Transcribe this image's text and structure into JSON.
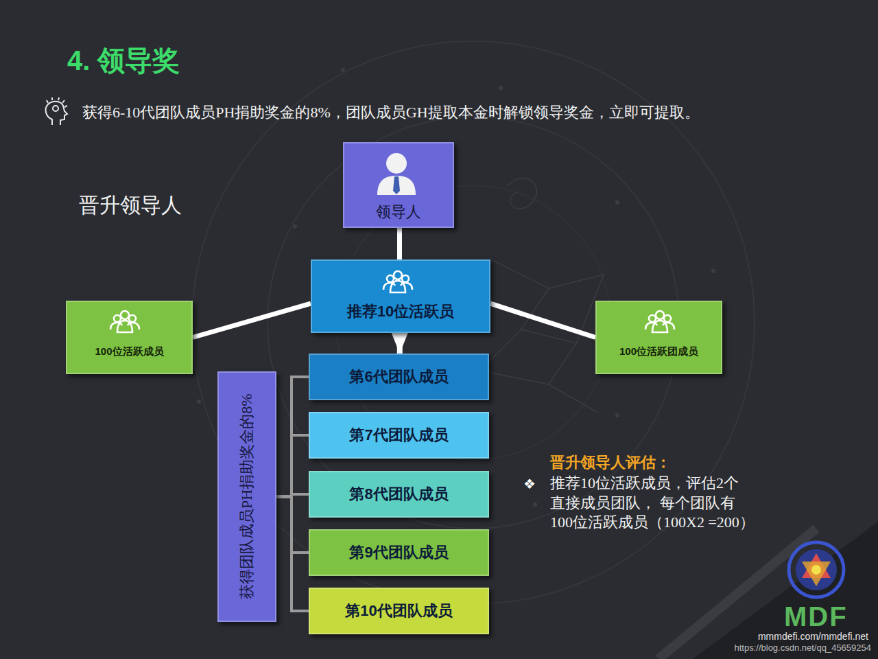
{
  "diagram": {
    "title": "4. 领导奖",
    "nodes": [
      {
        "text": [
          "领导人"
        ]
      },
      {
        "text": [
          "推荐10位活跃员"
        ]
      },
      {
        "text": [
          "100位活跃成员"
        ]
      },
      {
        "text": [
          "100位活跃团成员"
        ]
      },
      {
        "text": [
          "获得团队成员PH捐助奖金的8%"
        ]
      },
      {
        "text": [
          "第6代团队成员"
        ]
      },
      {
        "text": [
          "第7代团队成员"
        ]
      },
      {
        "text": [
          "第8代团队成员"
        ]
      },
      {
        "text": [
          "第9代团队成员"
        ]
      },
      {
        "text": [
          "第10代团队成员"
        ]
      }
    ],
    "edges": [
      {
        "from": 0,
        "to": 1,
        "arrow": "none"
      },
      {
        "from": 1,
        "to": 2,
        "arrow": "none"
      },
      {
        "from": 1,
        "to": 3,
        "arrow": "none"
      },
      {
        "from": 1,
        "to": 5,
        "arrow": "to"
      },
      {
        "from": 4,
        "to": 5,
        "arrow": "none"
      },
      {
        "from": 4,
        "to": 6,
        "arrow": "none"
      },
      {
        "from": 4,
        "to": 7,
        "arrow": "none"
      },
      {
        "from": 4,
        "to": 8,
        "arrow": "none"
      },
      {
        "from": 4,
        "to": 9,
        "arrow": "none"
      }
    ],
    "labels": [
      "获得6-10代团队成员PH捐助奖金的8%，团队成员GH提取本金时解锁领导奖金，立即可提取。",
      "晋升领导人",
      "晋升领导人评估：",
      "❖",
      "推荐10位活跃成员，评估2个 直接成员团队， 每个团队有 100位活跃成员（100X2 =200）",
      "MDF",
      "mmmdefi.com/mmdefi.net",
      "https://blog.csdn.net/qq_45659254"
    ]
  }
}
